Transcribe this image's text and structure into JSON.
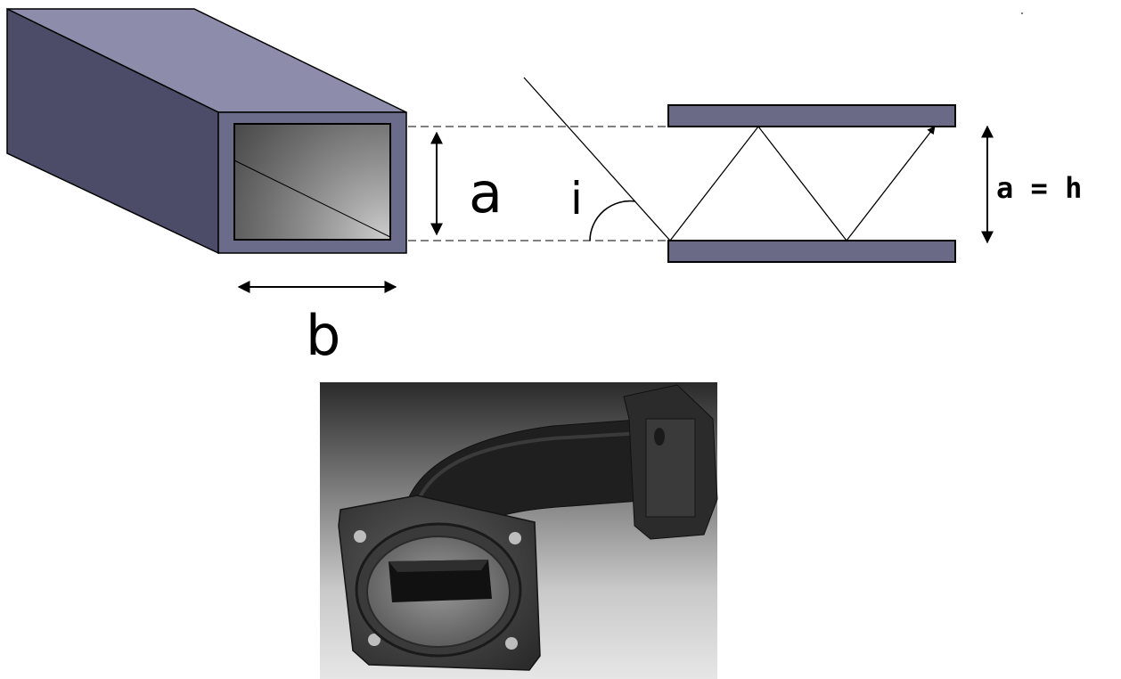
{
  "labels": {
    "height": "a",
    "width": "b",
    "incidence_angle": "i",
    "equation": "a = h"
  },
  "colors": {
    "metal_face": "#6b6b8a",
    "metal_top": "#8d8dab",
    "metal_side": "#4c4c68",
    "plate": "#6a6a86",
    "line": "#000000"
  },
  "icons": {
    "waveguide_3d": "rectangular-waveguide-drawing",
    "photo": "waveguide-bend-photo"
  }
}
